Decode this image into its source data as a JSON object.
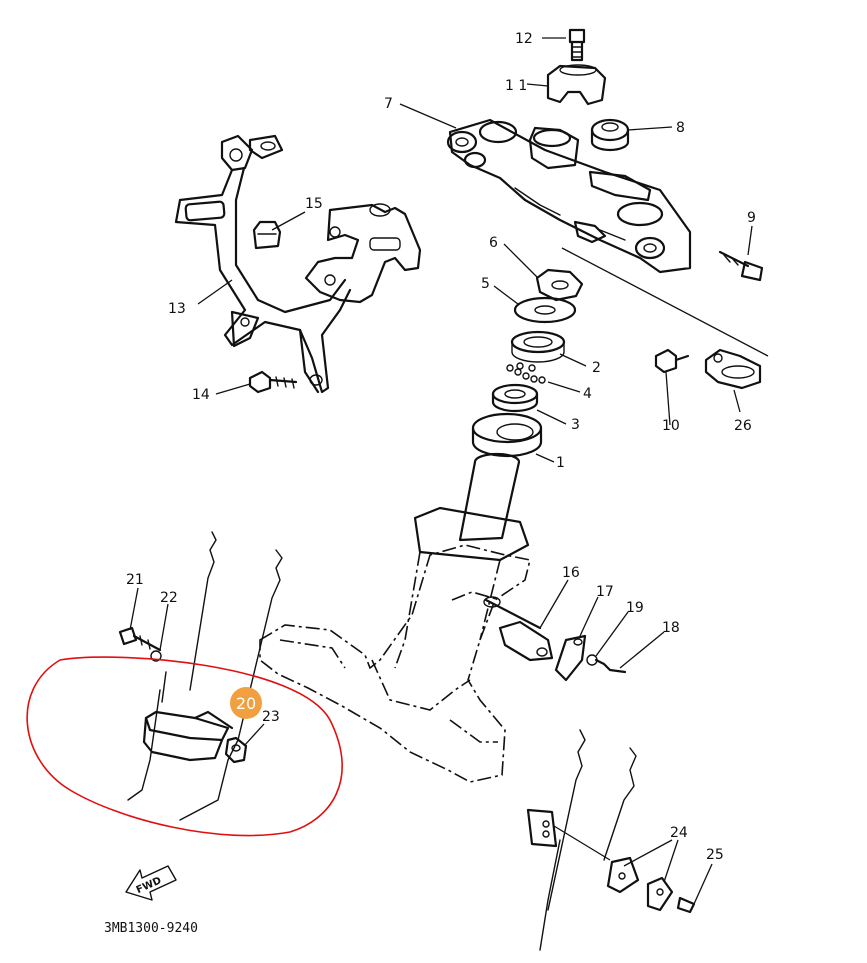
{
  "diagram": {
    "catalog_code": "3MB1300-9240",
    "direction_marker": "FWD",
    "highlight": {
      "badge_text": "20",
      "color": "#e01010",
      "badge_color": "#f0a040"
    },
    "part_labels": {
      "p1": "1",
      "p2": "2",
      "p3": "3",
      "p4": "4",
      "p5": "5",
      "p6": "6",
      "p7": "7",
      "p8": "8",
      "p9": "9",
      "p10": "10",
      "p11": "1 1",
      "p12": "12",
      "p13": "13",
      "p14": "14",
      "p15": "15",
      "p16": "16",
      "p17": "17",
      "p18": "18",
      "p19": "19",
      "p21": "21",
      "p22": "22",
      "p23": "23",
      "p24": "24",
      "p25": "25",
      "p26": "26"
    }
  }
}
